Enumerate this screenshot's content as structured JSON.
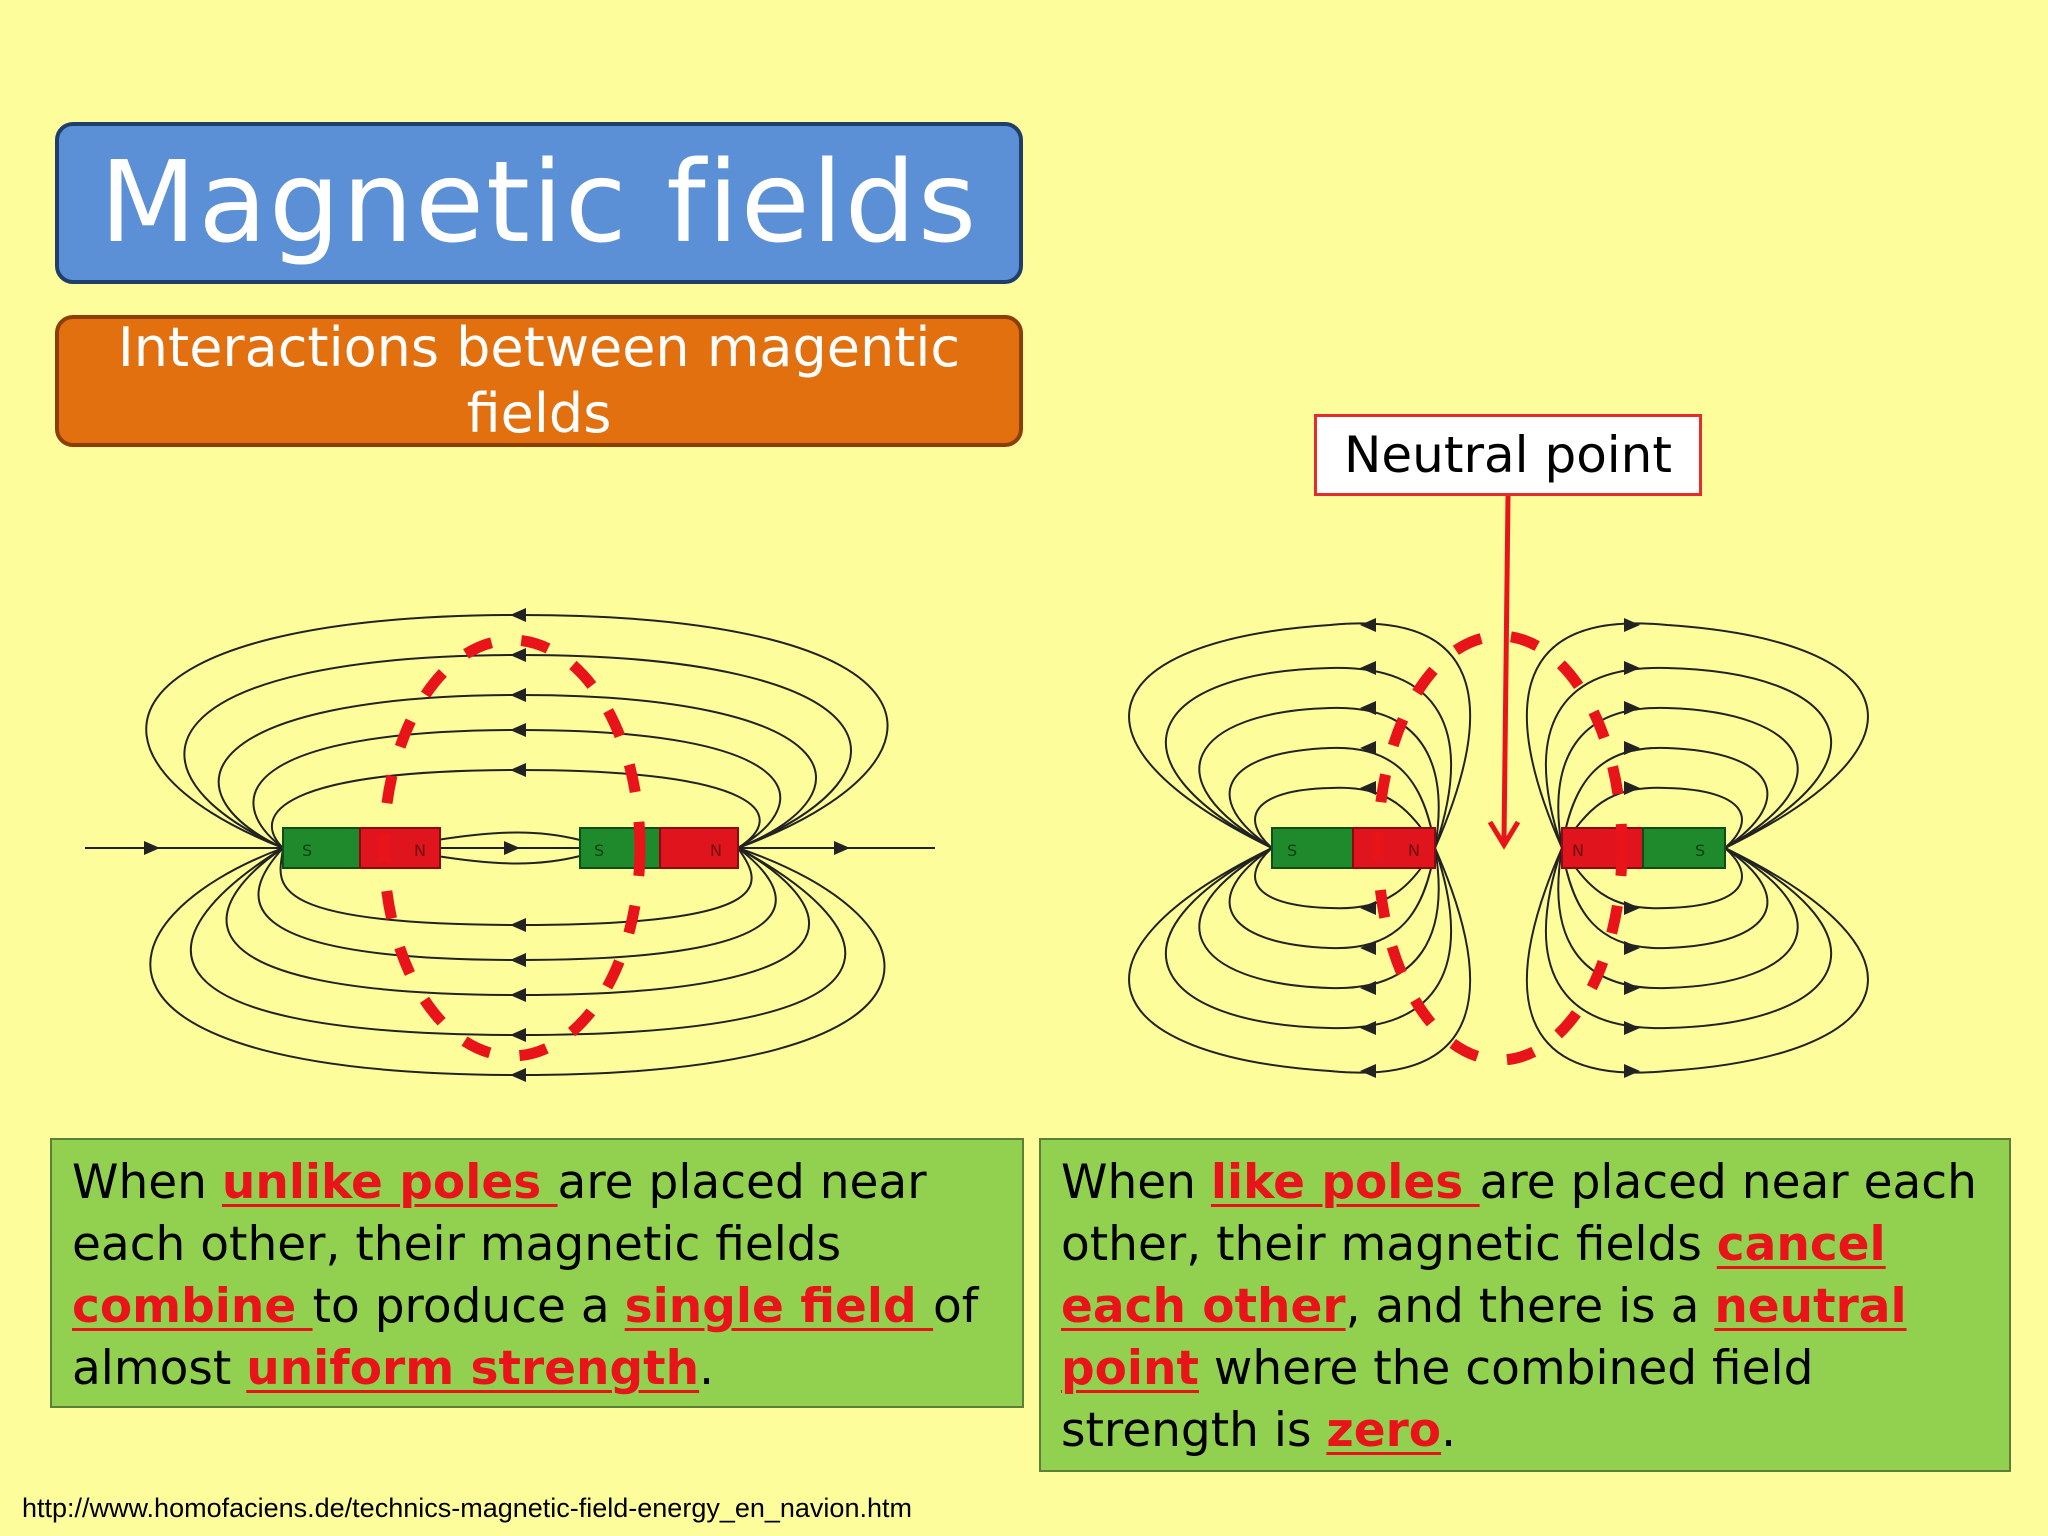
{
  "title": "Magnetic fields",
  "subtitle": "Interactions between magentic fields",
  "callout": "Neutral point",
  "left_diagram": {
    "magnet1": {
      "left_pole": "S",
      "right_pole": "N"
    },
    "magnet2": {
      "left_pole": "S",
      "right_pole": "N"
    }
  },
  "right_diagram": {
    "magnet1": {
      "left_pole": "S",
      "right_pole": "N"
    },
    "magnet2": {
      "left_pole": "N",
      "right_pole": "S"
    }
  },
  "left_text": {
    "p1": "When ",
    "k1": "unlike poles ",
    "p2": "are placed near each other, their magnetic fields ",
    "k2": "combine ",
    "p3": "to produce a ",
    "k3": "single field ",
    "p4": "of almost ",
    "k4": "uniform strength",
    "p5": "."
  },
  "right_text": {
    "p1": "When ",
    "k1": "like poles ",
    "p2": "are placed near each other, their magnetic fields ",
    "k2": "cancel each other",
    "p3": ", and there is a ",
    "k3": "neutral point",
    "p4": " where the combined field strength is ",
    "k4": "zero",
    "p5": "."
  },
  "source_url": "http://www.homofaciens.de/technics-magnetic-field-energy_en_navion.htm",
  "colors": {
    "background": "#fefd9c",
    "title_bg": "#5b8fd6",
    "subtitle_bg": "#e2700f",
    "text_box_bg": "#92d050",
    "keyword": "#e8141a",
    "magnet_green": "#1e8a2c",
    "magnet_red": "#e0141c"
  }
}
